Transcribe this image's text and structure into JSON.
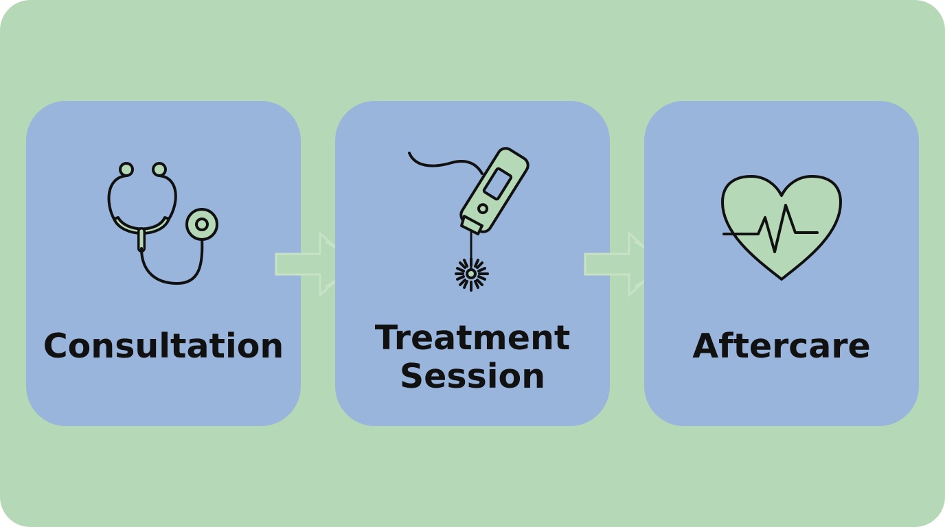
{
  "diagram": {
    "steps": [
      {
        "label": "Consultation",
        "icon": "stethoscope-icon"
      },
      {
        "label": "Treatment\nSession",
        "icon": "laser-device-icon"
      },
      {
        "label": "Aftercare",
        "icon": "heart-pulse-icon"
      }
    ],
    "connectors": [
      "arrow-right-icon",
      "arrow-right-icon"
    ],
    "colors": {
      "background": "#b5d8b6",
      "card": "#99b5dc",
      "icon_fill": "#b5d8b6",
      "stroke": "#111111",
      "arrow": "#b5d8b6"
    }
  }
}
